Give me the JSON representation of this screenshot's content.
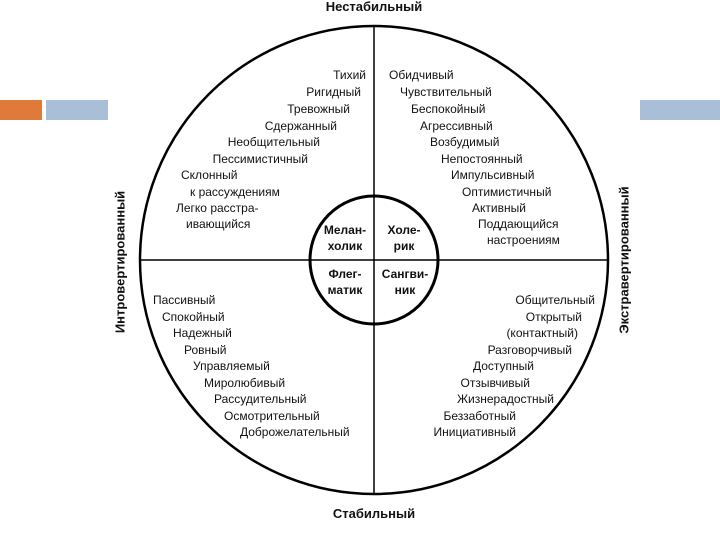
{
  "axes": {
    "top": "Нестабильный",
    "bottom": "Стабильный",
    "left": "Интровертированный",
    "right": "Экстравертированный"
  },
  "temperaments": {
    "melancholic": [
      "Мелан-",
      "холик"
    ],
    "choleric": [
      "Холе-",
      "рик"
    ],
    "phlegmatic": [
      "Флег-",
      "матик"
    ],
    "sanguine": [
      "Сангви-",
      "ник"
    ]
  },
  "quadrants": {
    "top_left": [
      "Тихий",
      "Ригидный",
      "Тревожный",
      "Сдержанный",
      "Необщительный",
      "Пессимистичный",
      "Склонный",
      "к рассуждениям",
      "Легко расстра-",
      "ивающийся"
    ],
    "top_right": [
      "Обидчивый",
      "Чувствительный",
      "Беспокойный",
      "Агрессивный",
      "Возбудимый",
      "Непостоянный",
      "Импульсивный",
      "Оптимистичный",
      "Активный",
      "Поддающийся",
      "настроениям"
    ],
    "bottom_left": [
      "Пассивный",
      "Спокойный",
      "Надежный",
      "Ровный",
      "Управляемый",
      "Миролюбивый",
      "Рассудительный",
      "Осмотрительный",
      "Доброжелательный"
    ],
    "bottom_right": [
      "Общительный",
      "Открытый",
      "(контактный)",
      "Разговорчивый",
      "Доступный",
      "Отзывчивый",
      "Жизнерадостный",
      "Беззаботный",
      "Инициативный"
    ]
  }
}
